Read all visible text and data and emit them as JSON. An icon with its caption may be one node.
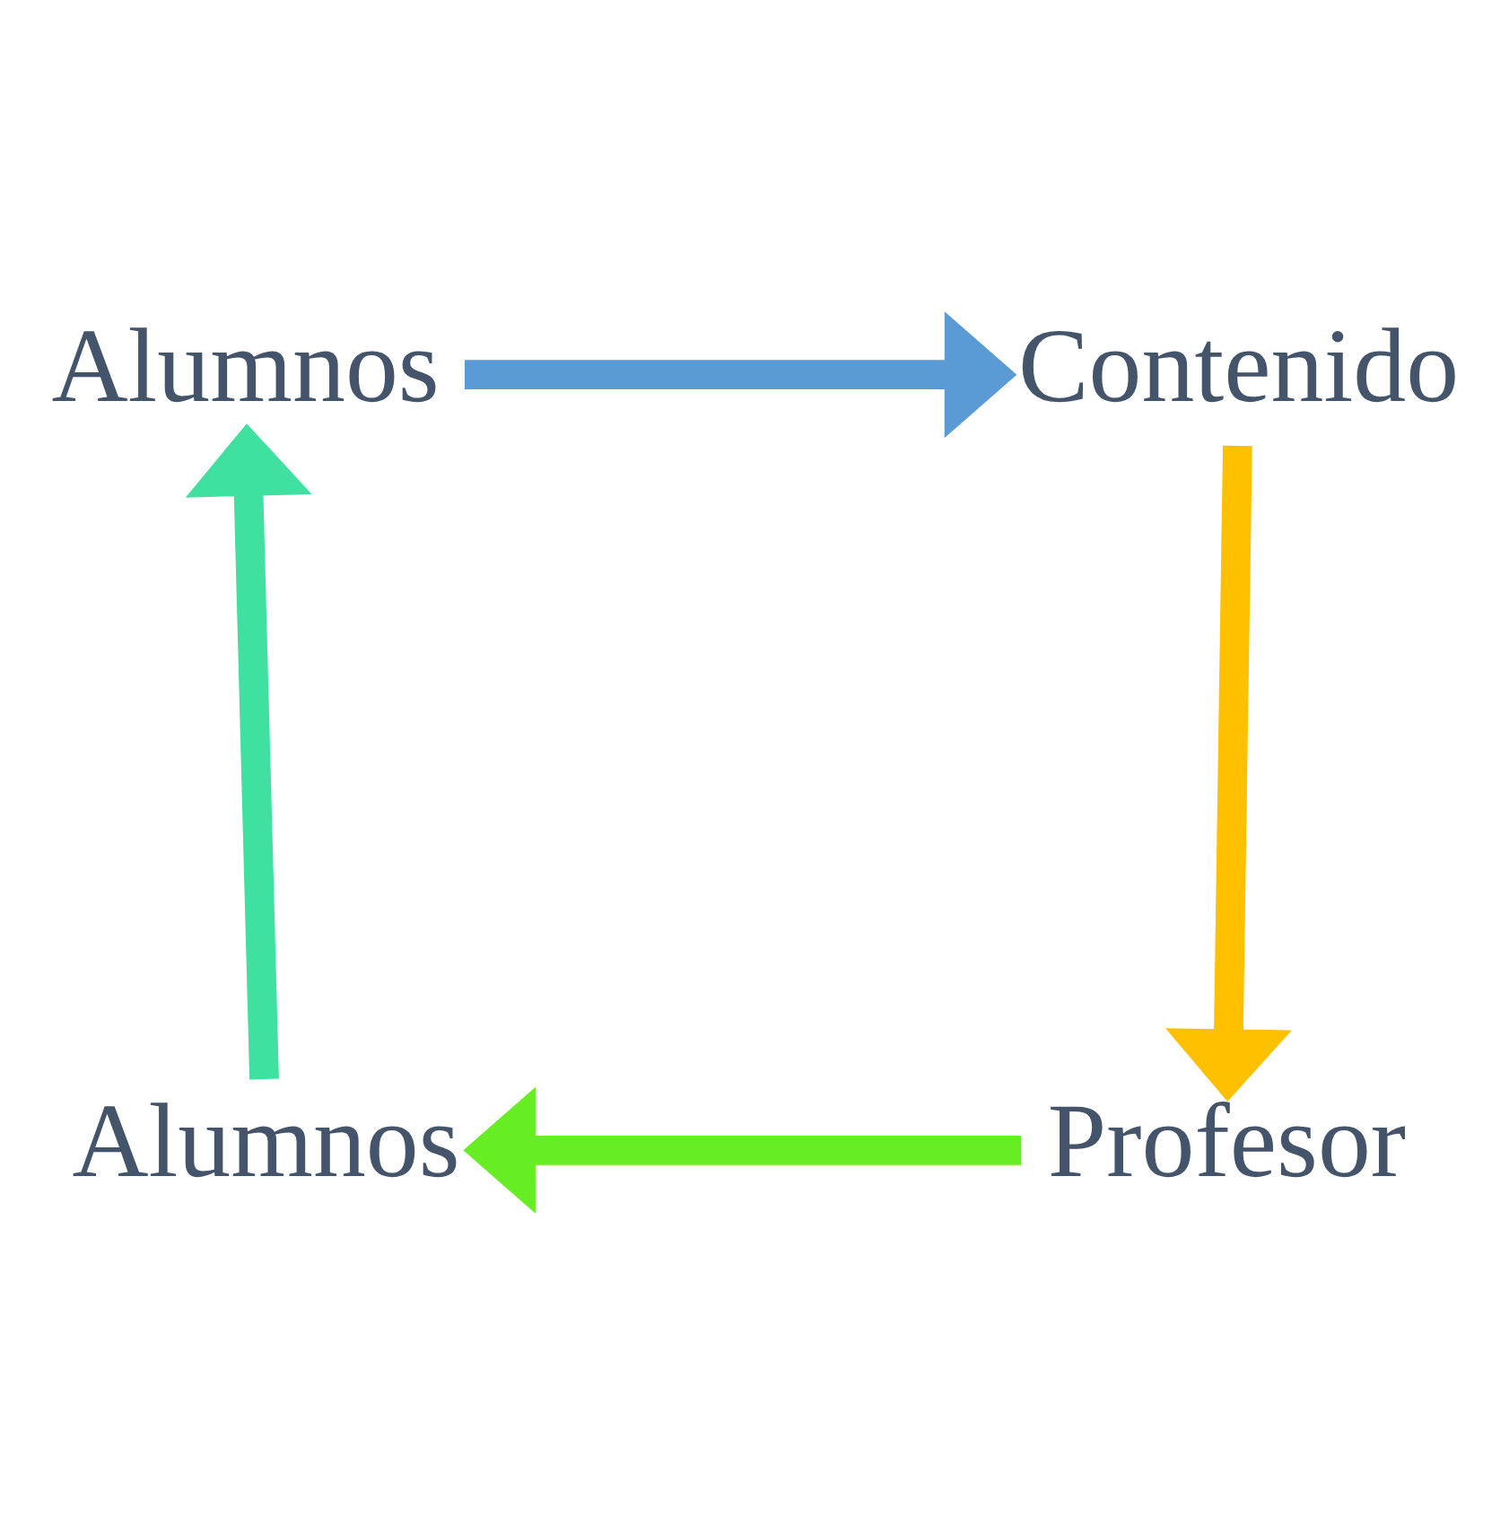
{
  "diagram": {
    "nodes": [
      {
        "text": [
          "Alumnos"
        ]
      },
      {
        "text": [
          "Contenido"
        ]
      },
      {
        "text": [
          "Profesor"
        ]
      },
      {
        "text": [
          "Alumnos"
        ]
      }
    ],
    "edges": [
      {
        "from": 0,
        "to": 1,
        "arrow": "to",
        "color": "#5b9bd5"
      },
      {
        "from": 1,
        "to": 2,
        "arrow": "to",
        "color": "#ffc000"
      },
      {
        "from": 2,
        "to": 3,
        "arrow": "to",
        "color": "#66ee22"
      },
      {
        "from": 3,
        "to": 0,
        "arrow": "to",
        "color": "#40e0a0"
      }
    ]
  }
}
